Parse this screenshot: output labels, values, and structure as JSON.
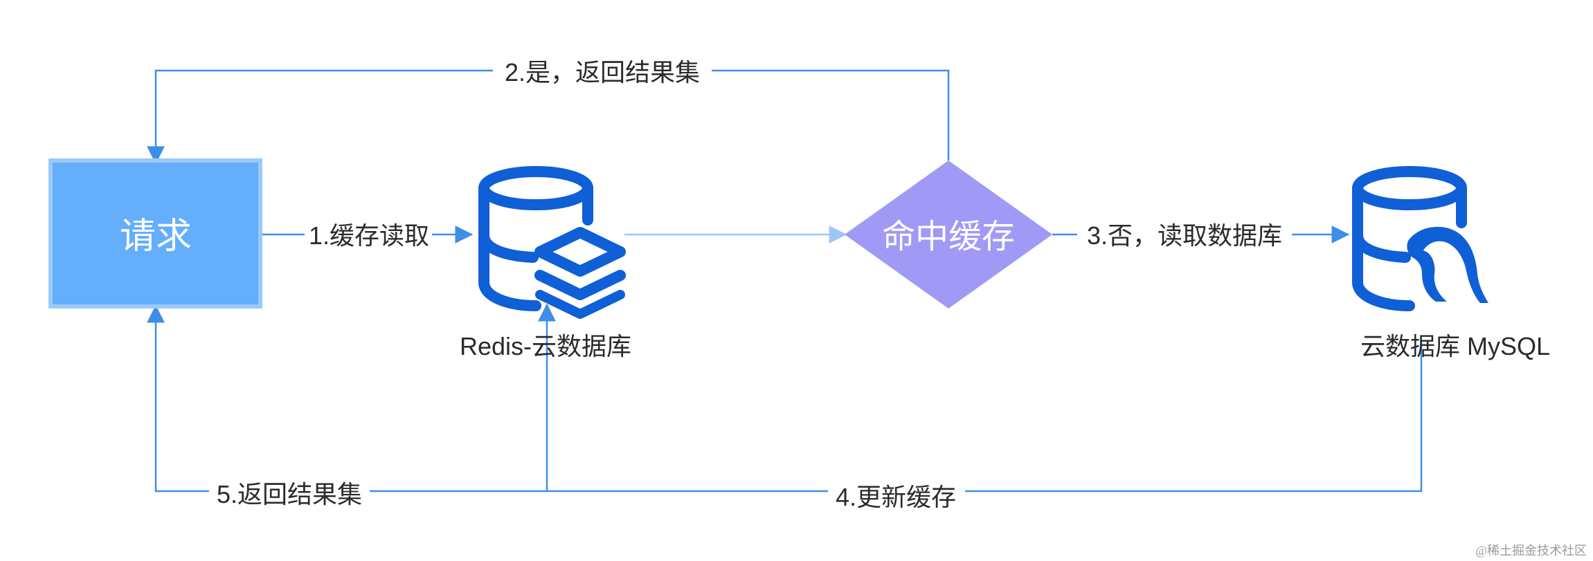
{
  "nodes": {
    "request": {
      "label": "请求"
    },
    "redis": {
      "label": "Redis-云数据库"
    },
    "decision": {
      "label": "命中缓存"
    },
    "mysql": {
      "label": "云数据库 MySQL"
    }
  },
  "edges": {
    "step1": "1.缓存读取",
    "step2": "2.是，返回结果集",
    "step3": "3.否，读取数据库",
    "step4": "4.更新缓存",
    "step5": "5.返回结果集"
  },
  "watermark": "@稀土掘金技术社区",
  "colors": {
    "line": "#3d8ee6",
    "request_fill": "#64aefc",
    "request_border": "#9bcaf8",
    "decision_fill": "#a099f6",
    "db_icon": "#0f5fd6"
  }
}
